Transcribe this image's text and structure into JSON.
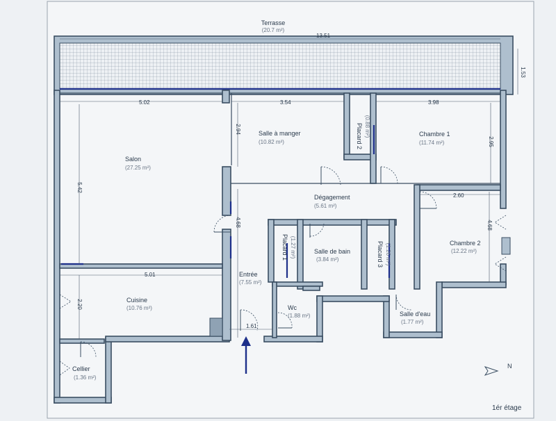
{
  "plan": {
    "floor_label": "1ér étage",
    "north": "N",
    "rooms": [
      {
        "id": "terrasse",
        "name": "Terrasse",
        "area": "(20.7 m²)"
      },
      {
        "id": "salon",
        "name": "Salon",
        "area": "(27.25 m²)"
      },
      {
        "id": "salle_manger",
        "name": "Salle à manger",
        "area": "(10.82 m²)"
      },
      {
        "id": "chambre1",
        "name": "Chambre 1",
        "area": "(11.74 m²)"
      },
      {
        "id": "placard2",
        "name": "Placard 2",
        "area": "(0.88 m²)"
      },
      {
        "id": "degagement",
        "name": "Dégagement",
        "area": "(5.61 m²)"
      },
      {
        "id": "chambre2",
        "name": "Chambre 2",
        "area": "(12.22 m²)"
      },
      {
        "id": "salle_bain",
        "name": "Salle de bain",
        "area": "(3.84 m²)"
      },
      {
        "id": "placard1",
        "name": "Placard 1",
        "area": "(1.27 m²)"
      },
      {
        "id": "placard3",
        "name": "Placard 3",
        "area": "(1.26 m²)"
      },
      {
        "id": "entree",
        "name": "Entrée",
        "area": "(7.55 m²)"
      },
      {
        "id": "cuisine",
        "name": "Cuisine",
        "area": "(10.76 m²)"
      },
      {
        "id": "wc",
        "name": "Wc",
        "area": "(1.88 m²)"
      },
      {
        "id": "salle_eau",
        "name": "Salle d'eau",
        "area": "(1.77 m²)"
      },
      {
        "id": "cellier",
        "name": "Cellier",
        "area": "(1.36 m²)"
      }
    ],
    "dimensions": {
      "terrasse_width": "13.51",
      "terrasse_depth": "1.53",
      "salon_width": "5.02",
      "salle_manger_width": "3.54",
      "chambre1_width": "3.98",
      "salle_manger_depth": "2.94",
      "chambre1_depth": "2.95",
      "salon_depth": "5.42",
      "chambre2_width": "2.60",
      "entree_depth": "4.68",
      "chambre2_depth": "4.68",
      "cuisine_width": "5.01",
      "cuisine_depth": "2.20",
      "entree_width": "1.61"
    }
  }
}
